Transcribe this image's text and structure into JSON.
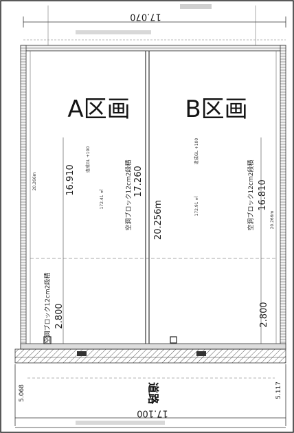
{
  "top": {
    "width": "17.070"
  },
  "lots": {
    "a": {
      "name": "A区画"
    },
    "b": {
      "name": "B区画"
    }
  },
  "dims": {
    "a_depth": "16.910",
    "mid_depth": "17.260",
    "mid_length": "20.256m",
    "b_depth": "16.810",
    "a_frontage": "2.800",
    "b_frontage": "2.800",
    "a_left_length": "20.266m",
    "b_right_length": "20.266m"
  },
  "areas": {
    "a": "172.41 ㎡",
    "b": "172.91 ㎡"
  },
  "notes": {
    "hollow_block": "空洞ブロック12cm2段積",
    "ground_a": "造成GL +100",
    "ground_b": "造成GL +100"
  },
  "road": {
    "label": "道路",
    "width": "17.100",
    "left_dim": "5.068",
    "right_dim": "5.117"
  }
}
